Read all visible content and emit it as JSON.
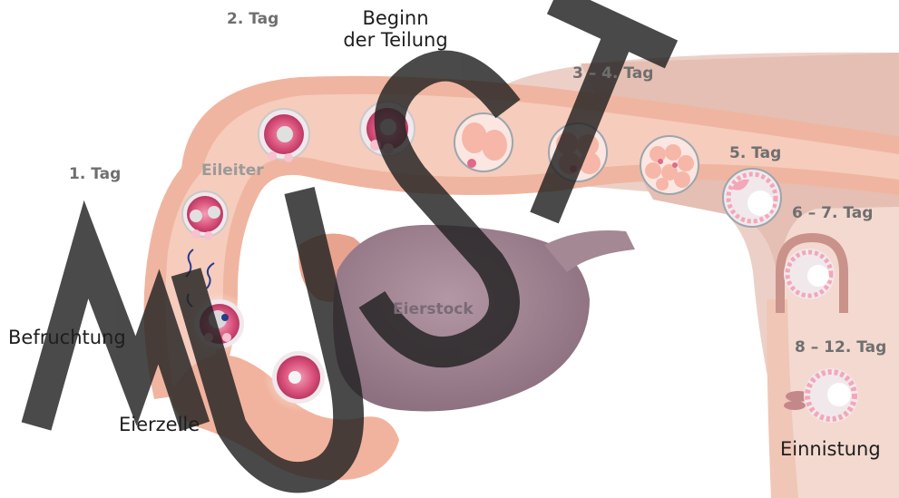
{
  "labels": {
    "day2": "2. Tag",
    "division_line1": "Beginn",
    "division_line2": "der Teilung",
    "day3_4": "3 – 4. Tag",
    "day1": "1. Tag",
    "oviduct": "Eileiter",
    "day5": "5. Tag",
    "day6_7": "6 – 7. Tag",
    "fertilization": "Befruchtung",
    "ovary": "Eierstock",
    "day8_12": "8 – 12. Tag",
    "egg_cell": "Eierzelle",
    "implantation": "Einnistung"
  },
  "watermark": "MUSTER",
  "colors": {
    "uterus_wall": "#e6c2b7",
    "uterus_inner": "#f2c7b7",
    "tube": "#f0b8a3",
    "tube_lumen": "#f6d0c2",
    "ovary": "#a08592",
    "cell_pink": "#d9507a",
    "cell_rim": "#eef0f2",
    "watermark": "#222222"
  }
}
